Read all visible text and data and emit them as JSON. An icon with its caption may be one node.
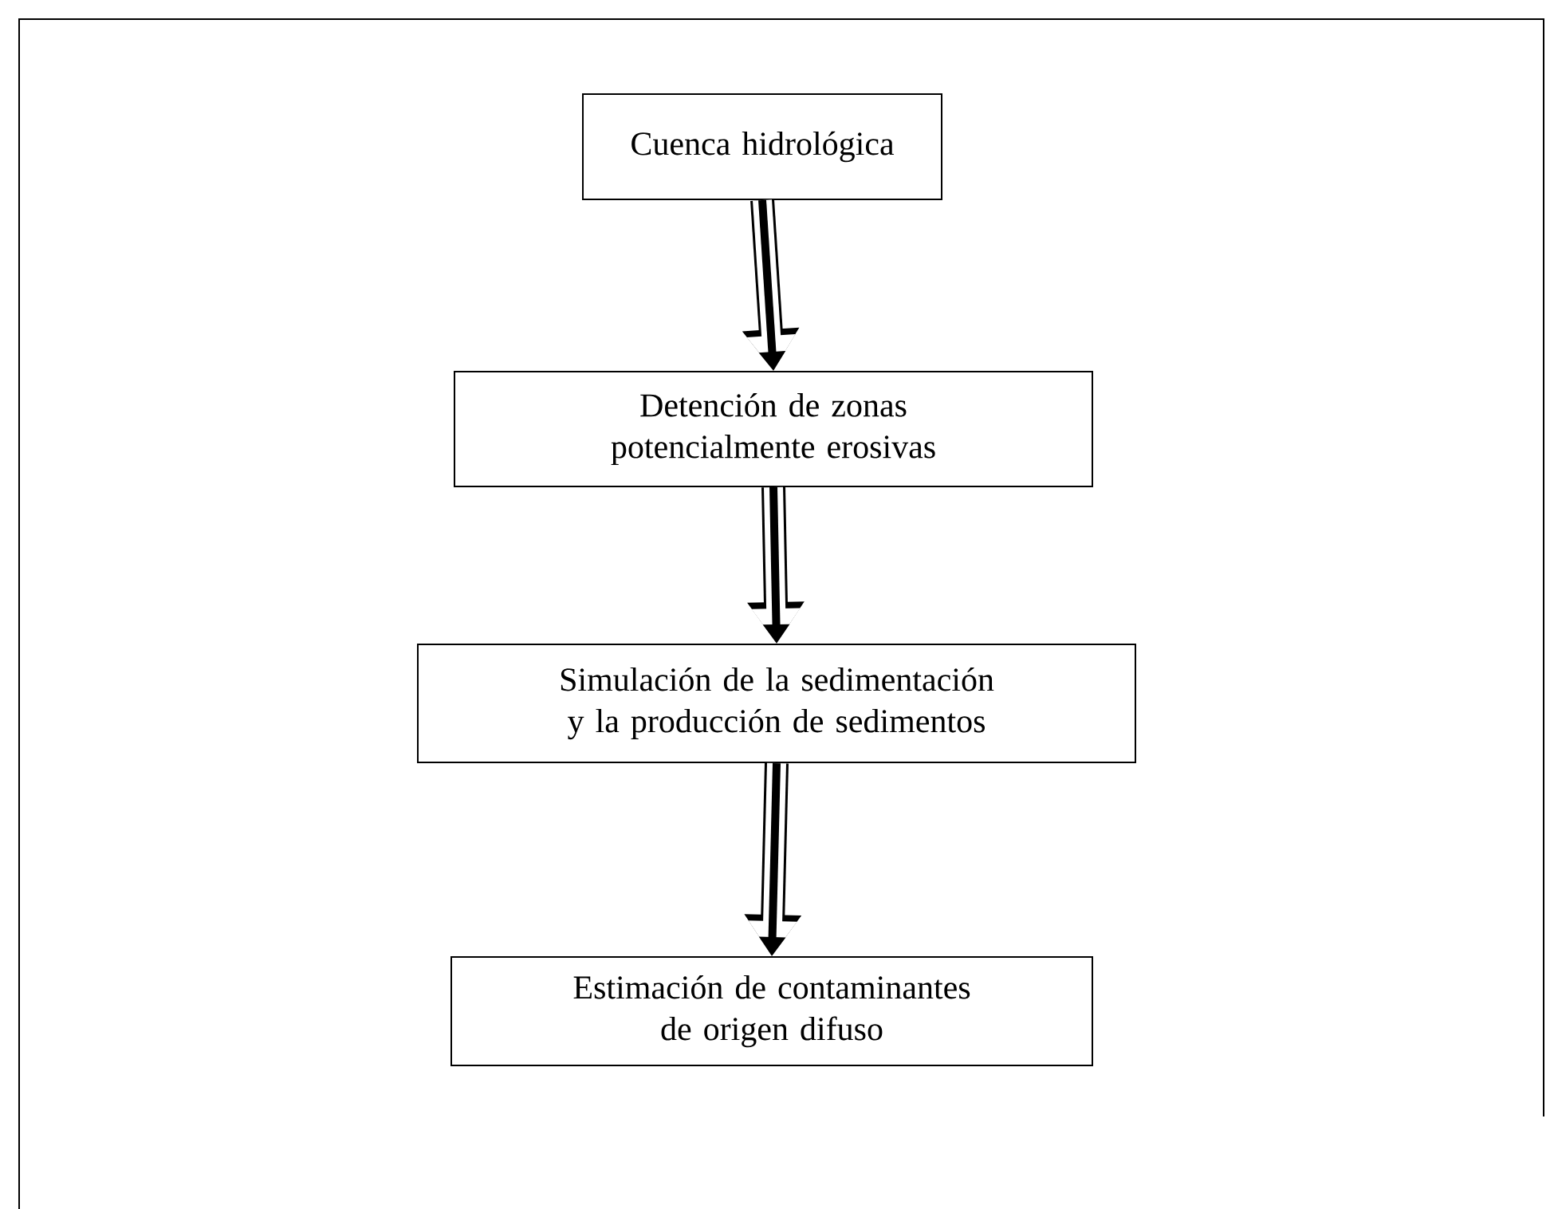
{
  "diagram": {
    "nodes": [
      {
        "text": [
          "Cuenca hidrológica"
        ]
      },
      {
        "text": [
          "Detención de zonas potencialmente erosivas"
        ]
      },
      {
        "text": [
          "Simulación de la sedimentación y la producción de sedimentos"
        ]
      },
      {
        "text": [
          "Estimación de contaminantes de origen difuso"
        ]
      }
    ],
    "edges": [
      {
        "from": 0,
        "to": 1,
        "arrow": "to"
      },
      {
        "from": 1,
        "to": 2,
        "arrow": "to"
      },
      {
        "from": 2,
        "to": 3,
        "arrow": "to"
      }
    ]
  }
}
